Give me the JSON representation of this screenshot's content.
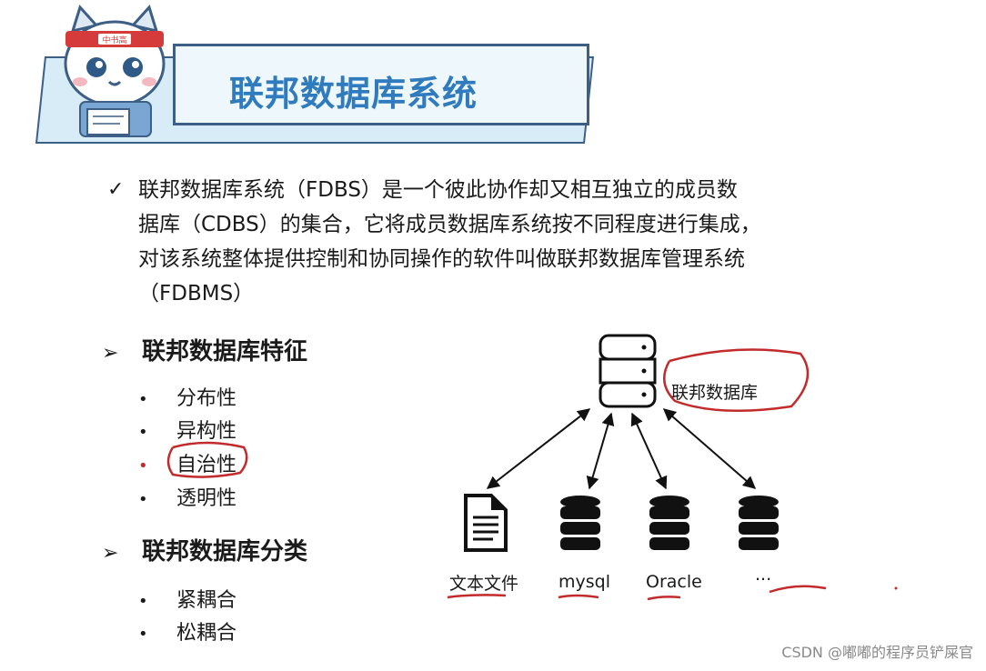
{
  "title": "联邦数据库系统",
  "mascot_badge": "中书高",
  "paragraph": {
    "check_mark": "✓",
    "lines": [
      "联邦数据库系统（FDBS）是一个彼此协作却又相互独立的成员数",
      "据库（CDBS）的集合，它将成员数据库系统按不同程度进行集成，",
      "对该系统整体提供控制和协同操作的软件叫做联邦数据库管理系统",
      "（FDBMS）"
    ]
  },
  "features": {
    "marker": "➢",
    "heading": "联邦数据库特征",
    "items": [
      "分布性",
      "异构性",
      "自治性",
      "透明性"
    ]
  },
  "classification": {
    "marker": "➢",
    "heading": "联邦数据库分类",
    "items": [
      "紧耦合",
      "松耦合"
    ]
  },
  "bullet": "•",
  "diagram": {
    "center_label": "联邦数据库",
    "nodes": [
      "文本文件",
      "mysql",
      "Oracle",
      "..."
    ]
  },
  "colors": {
    "title_blue": "#2f7bbd",
    "banner_border": "#3d5f85",
    "annotation_red": "#c22b2b"
  },
  "watermark": "CSDN @嘟嘟的程序员铲屎官"
}
